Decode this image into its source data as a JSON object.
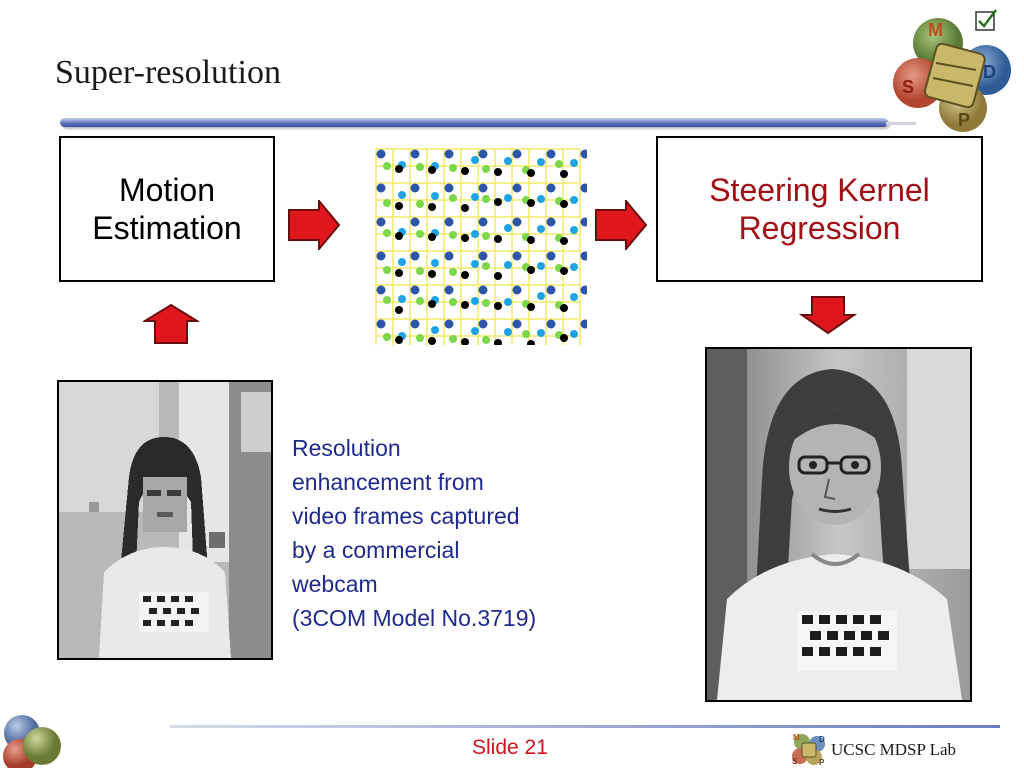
{
  "slide": {
    "title": "Super-resolution",
    "boxes": {
      "motion": "Motion\nEstimation",
      "skr": "Steering Kernel\nRegression"
    },
    "description": "Resolution\nenhancement from\nvideo frames captured\nby a commercial\nwebcam\n(3COM Model No.3719)",
    "footer": {
      "slide_label": "Slide 21",
      "lab_name": "UCSC MDSP Lab"
    },
    "logo_letters": [
      "M",
      "D",
      "S",
      "P"
    ],
    "colors": {
      "accent_red": "#d0121b",
      "text_blue": "#1f2a8f",
      "skr_text": "#a01015",
      "grid_line": "#f2e86a",
      "dot_base": "#2e55a8",
      "dot_blue": "#1fa3e6",
      "dot_green": "#7bd84a",
      "dot_black": "#000000"
    },
    "icons": [
      "right-arrow-icon",
      "up-arrow-icon",
      "down-arrow-icon",
      "checkbox-icon",
      "mdsp-logo-icon"
    ]
  }
}
